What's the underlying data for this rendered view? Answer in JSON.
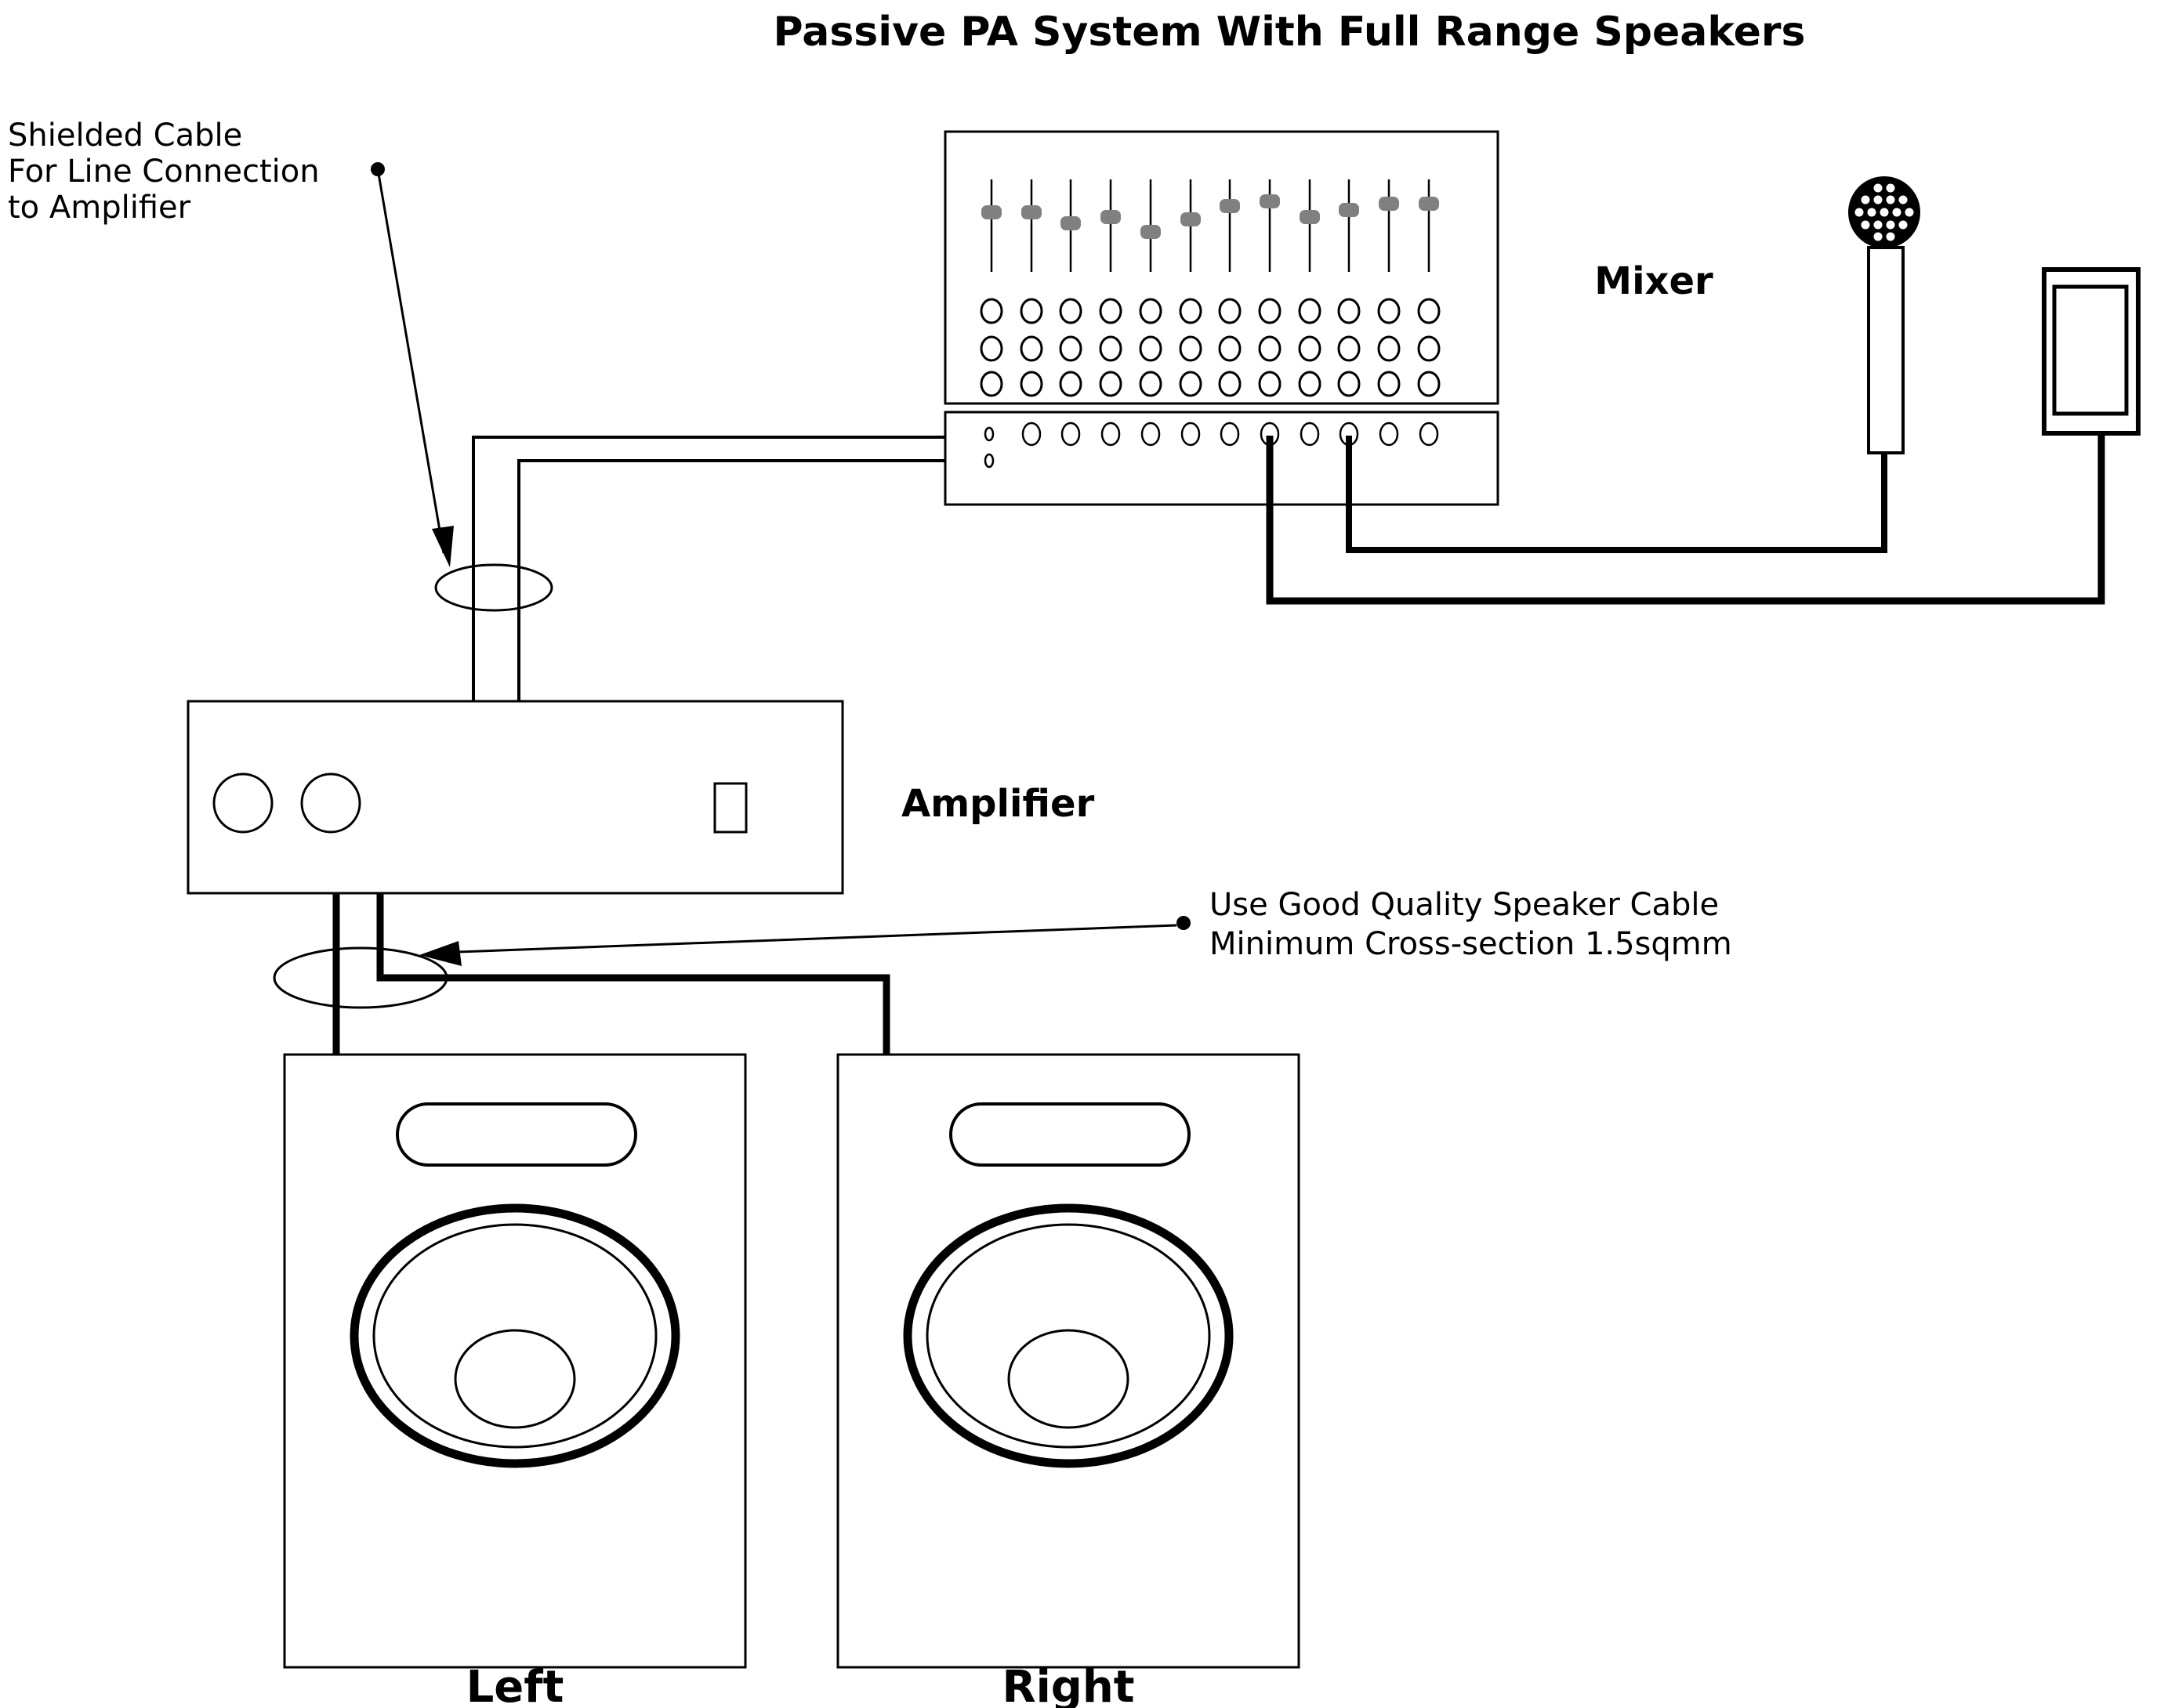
{
  "title": "Passive PA System With Full Range Speakers",
  "colors": {
    "background": "#ffffff",
    "line": "#000000",
    "fader_knob": "#808080"
  },
  "devices": {
    "mixer": {
      "label": "Mixer",
      "fader_count": 12,
      "knob_rows": 3,
      "knobs_per_row": 12,
      "rear_knob_count": 11,
      "line_input_jack_count": 2
    },
    "amplifier": {
      "label": "Amplifier",
      "knob_count": 2,
      "switch_count": 1
    },
    "microphone": {
      "icon": "microphone-icon"
    },
    "media_player": {
      "icon": "media-player-icon"
    },
    "left_speaker": {
      "label": "Left"
    },
    "right_speaker": {
      "label": "Right"
    }
  },
  "annotations": {
    "shielded_cable": {
      "lines": [
        "Shielded Cable",
        "For Line Connection",
        "to Amplifier"
      ]
    },
    "speaker_cable": {
      "lines": [
        "Use Good Quality Speaker Cable",
        "Minimum Cross-section 1.5sqmm"
      ]
    }
  }
}
